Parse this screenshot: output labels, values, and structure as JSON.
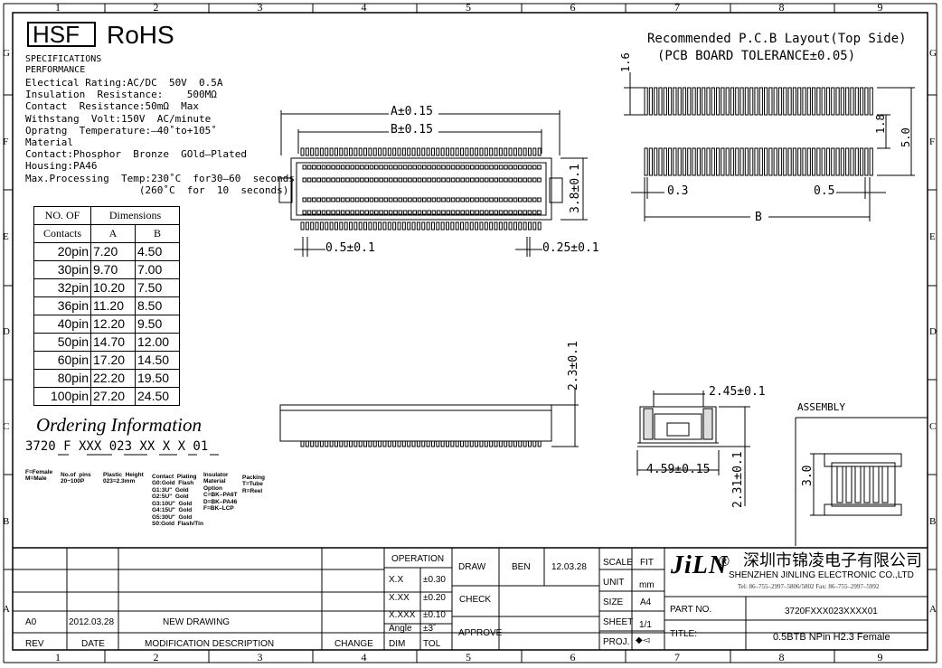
{
  "frame": {
    "columns": [
      "1",
      "2",
      "3",
      "4",
      "5",
      "6",
      "7",
      "8",
      "9"
    ],
    "rows": [
      "G",
      "F",
      "E",
      "D",
      "C",
      "B",
      "A"
    ]
  },
  "header": {
    "hsf": "HSF",
    "rohs": "RoHS"
  },
  "specs": {
    "title1": "SPECIFICATIONS",
    "title2": "PERFORMANCE",
    "lines": [
      "Electical Rating:AC/DC  50V  0.5A",
      "Insulation  Resistance:    500MΩ",
      "Contact  Resistance:50mΩ  Max",
      "Withstang  Volt:150V  AC/minute",
      "Opratng  Temperature:–40˚to+105˚",
      "Material",
      "Contact:Phosphor  Bronze  GOld–Plated",
      "Housing:PA46",
      "Max.Processing  Temp:230˚C  for30–60  seconds",
      "                   (260˚C  for  10  seconds)"
    ]
  },
  "dimensions_table": {
    "h_no": "NO. OF",
    "h_contacts": "Contacts",
    "h_dimensions": "Dimensions",
    "h_a": "A",
    "h_b": "B",
    "rows": [
      {
        "pin": "20pin",
        "a": "7.20",
        "b": "4.50"
      },
      {
        "pin": "30pin",
        "a": "9.70",
        "b": "7.00"
      },
      {
        "pin": "32pin",
        "a": "10.20",
        "b": "7.50"
      },
      {
        "pin": "36pin",
        "a": "11.20",
        "b": "8.50"
      },
      {
        "pin": "40pin",
        "a": "12.20",
        "b": "9.50"
      },
      {
        "pin": "50pin",
        "a": "14.70",
        "b": "12.00"
      },
      {
        "pin": "60pin",
        "a": "17.20",
        "b": "14.50"
      },
      {
        "pin": "80pin",
        "a": "22.20",
        "b": "19.50"
      },
      {
        "pin": "100pin",
        "a": "27.20",
        "b": "24.50"
      }
    ]
  },
  "ordering": {
    "title": "Ordering Information",
    "code": "3720  F    XXX   023   XX   X   X  01",
    "legend": {
      "gender": "F=Female\nM=Male",
      "pins": "No.of  pins\n20~100P",
      "height": "Plastic  Height\n023=2.3mm",
      "plating": "Contact  Plating\nG0:Gold  Flash\nG1:3U\"  Gold\nG2:5U\"  Gold\nG3:10U\"  Gold\nG4:15U\"  Gold\nG5:30U\"  Gold\nS0:Gold  Flash/Tin",
      "insulator": "Insulator\nMaterial\nOption\nC=BK–PA6T\nD=BK–PA46\nF=BK–LCP",
      "packing": "Packing\nT=Tube\nR=Reel"
    }
  },
  "top_view": {
    "dim_a": "A±0.15",
    "dim_b": "B±0.15",
    "dim_h": "3.8±0.1",
    "dim_pitch": "0.5±0.1",
    "dim_pin": "0.25±0.1"
  },
  "side_view": {
    "dim_h": "2.3±0.1"
  },
  "section_view": {
    "dim_top": "2.45±0.1",
    "dim_w": "4.59±0.15",
    "dim_h": "2.31±0.1"
  },
  "assembly": {
    "title": "ASSEMBLY",
    "dim": "3.0"
  },
  "pcb_layout": {
    "title1": "Recommended  P.C.B  Layout(Top  Side)",
    "title2": "(PCB  BOARD  TOLERANCE±0.05)",
    "dim_pad_len": "1.6",
    "dim_gap": "1.8",
    "dim_total": "5.0",
    "dim_pad_w": "0.3",
    "dim_pitch": "0.5",
    "dim_b": "B"
  },
  "title_block": {
    "operation": "OPERATION",
    "tol": [
      {
        "k": "X.X",
        "v": "±0.30"
      },
      {
        "k": "X.XX",
        "v": "±0.20"
      },
      {
        "k": "X.XXX",
        "v": "±0.10"
      },
      {
        "k": "Angle",
        "v": "±3˚"
      },
      {
        "k": "DIM",
        "v": "TOL"
      }
    ],
    "draw": "DRAW",
    "drawer": "BEN",
    "draw_date": "12.03.28",
    "check": "CHECK",
    "approve": "APPROVE",
    "scale_k": "SCALE",
    "scale_v": "FIT",
    "unit_k": "UNIT",
    "unit_v": "mm",
    "size_k": "SIZE",
    "size_v": "A4",
    "sheet_k": "SHEET",
    "sheet_v": "1/1",
    "proj_k": "PROJ.",
    "logo": "JiLN",
    "reg": "®",
    "company_cn": "深圳市锦凌电子有限公司",
    "company_en": "SHENZHEN  JINLING  ELECTRONIC  CO.,LTD",
    "contact": "Tel: 86–755–2997–5806/5802    Fax: 86–755–2997–5992",
    "part_no_k": "PART  NO.",
    "part_no_v": "3720FXXX023XXXX01",
    "title_k": "TITLE:",
    "title_v": "0.5BTB    NPin  H2.3  Female",
    "rev_row": {
      "rev": "A0",
      "date": "2012.03.28",
      "desc": "NEW  DRAWING"
    },
    "rev_hdr": {
      "rev": "REV",
      "date": "DATE",
      "desc": "MODIFICATION  DESCRIPTION",
      "change": "CHANGE"
    }
  }
}
